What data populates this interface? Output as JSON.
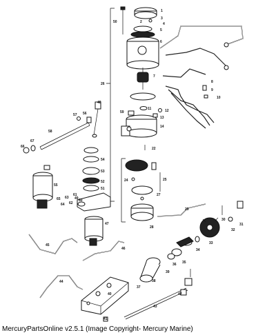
{
  "caption": "MercuryPartsOnline v2.5.1 (Image Copyright- Mercury Marine)",
  "callouts": [
    "1",
    "2",
    "3",
    "4",
    "5",
    "6",
    "7",
    "8",
    "9",
    "10",
    "11",
    "12",
    "13",
    "14",
    "22",
    "24",
    "25",
    "26",
    "27",
    "28",
    "29",
    "30",
    "31",
    "32",
    "33",
    "34",
    "35",
    "36",
    "37",
    "38",
    "39",
    "40",
    "41",
    "42",
    "43",
    "44",
    "45",
    "46",
    "47",
    "48",
    "49",
    "50",
    "51",
    "52",
    "53",
    "54",
    "55",
    "56",
    "57",
    "58",
    "59",
    "60",
    "61",
    "62",
    "63",
    "64",
    "65",
    "66",
    "67"
  ]
}
